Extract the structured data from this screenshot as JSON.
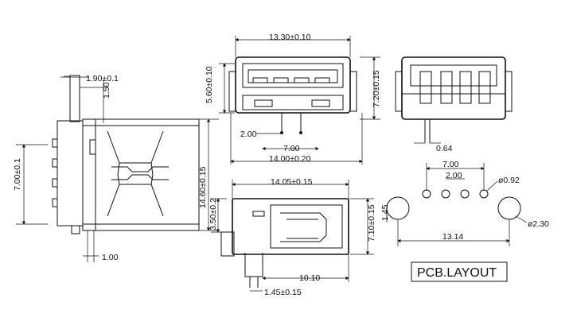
{
  "side_view": {
    "dim_top": "1.90±0.1",
    "dim_lead": "1.50",
    "dim_height": "7.00±0.1",
    "dim_length": "14.60±0.15",
    "dim_bottom": "1.00"
  },
  "front_view": {
    "dim_width_top": "13.30±0.10",
    "dim_port_height": "5.60±0.10",
    "dim_body_height": "7.20±0.15",
    "dim_pitch_small": "2.00",
    "dim_pitch": "7.00",
    "dim_width_total": "14.00±0.20"
  },
  "back_view": {
    "dim_pin": "0.64"
  },
  "top_view": {
    "dim_width": "14.05±0.15",
    "dim_left": "3.50±0.2",
    "dim_right": "7.10±0.15",
    "dim_bottom": "10.10",
    "dim_tab": "1.45±0.15"
  },
  "pcb_layout": {
    "dim_pitch": "7.00",
    "dim_small": "2.00",
    "dim_hole_small": "ø0.92",
    "dim_side": "1.45",
    "dim_hole_large": "ø2.30",
    "dim_span": "13.14",
    "title": "PCB.LAYOUT"
  }
}
